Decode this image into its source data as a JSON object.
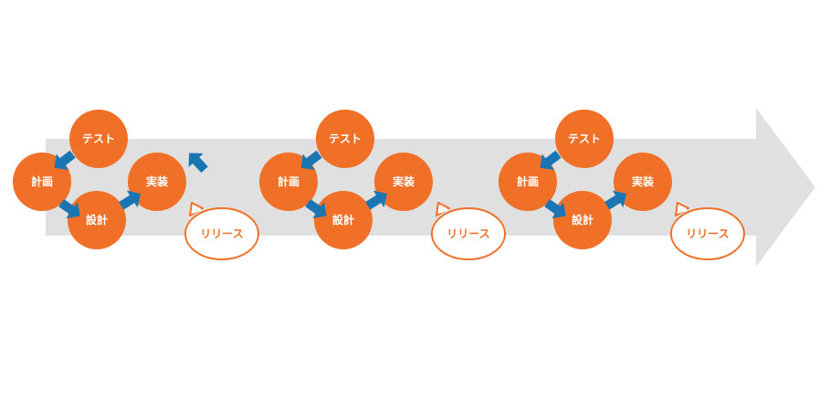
{
  "colors": {
    "timeline_arrow": "#e0e0e0",
    "stage_circle": "#f07028",
    "stage_text": "#ffffff",
    "flow_arrow": "#1a76b3",
    "release_border": "#f07028",
    "release_text": "#f07028"
  },
  "iterations": [
    {
      "stages": {
        "plan": "計画",
        "design": "設計",
        "implement": "実装",
        "test": "テスト"
      },
      "release": "リリース"
    },
    {
      "stages": {
        "plan": "計画",
        "design": "設計",
        "implement": "実装",
        "test": "テスト"
      },
      "release": "リリース"
    },
    {
      "stages": {
        "plan": "計画",
        "design": "設計",
        "implement": "実装",
        "test": "テスト"
      },
      "release": "リリース"
    }
  ]
}
